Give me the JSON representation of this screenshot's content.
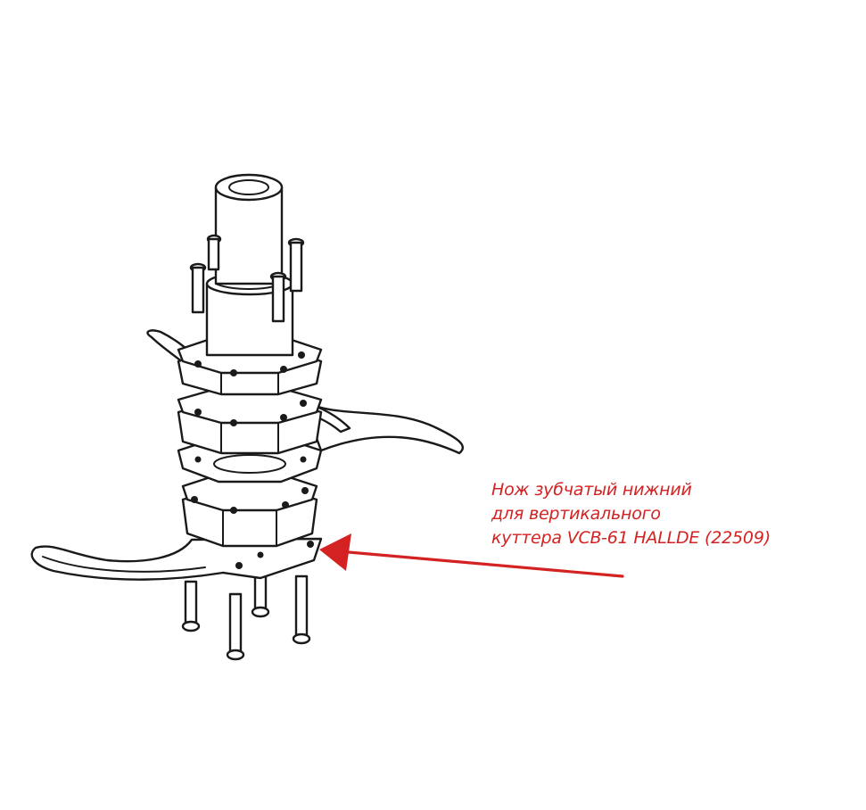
{
  "callout": {
    "line1": "Нож зубчатый нижний",
    "line2": "для вертикального",
    "line3": "куттера VCB-61 HALLDE (22509)"
  },
  "colors": {
    "annotation": "#d42222",
    "line_art": "#1a1a1a",
    "background": "#ffffff"
  }
}
